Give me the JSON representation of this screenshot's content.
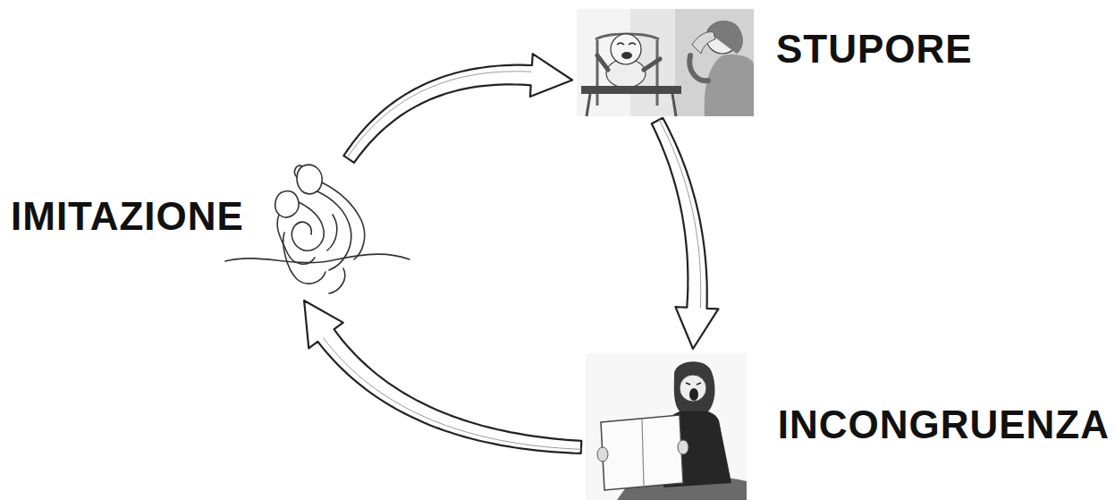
{
  "diagram": {
    "nodes": [
      {
        "text": [
          "IMITAZIONE"
        ]
      },
      {
        "text": [
          "STUPORE"
        ]
      },
      {
        "text": [
          "INCONGRUENZA"
        ]
      }
    ],
    "edges": [
      {
        "from": 0,
        "to": 1,
        "arrow": "to"
      },
      {
        "from": 1,
        "to": 2,
        "arrow": "to"
      },
      {
        "from": 2,
        "to": 0,
        "arrow": "to"
      }
    ]
  }
}
